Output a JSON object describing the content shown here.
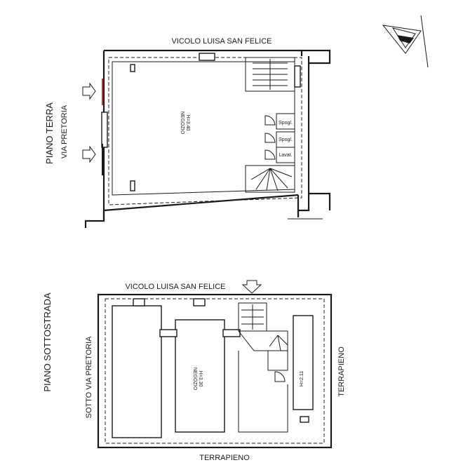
{
  "ground_floor": {
    "floor_label": "PIANO TERRA",
    "street_label": "VIA PRETORIA",
    "top_street": "VICOLO LUISA SAN FELICE",
    "shop_name": "NEGOZIO",
    "shop_height": "H=3.40",
    "room_1": "Spogl.",
    "room_2": "Spogl.",
    "room_3": "Lavat."
  },
  "basement": {
    "floor_label": "PIANO SOTTOSTRADA",
    "left_label": "SOTTO VIA PRETORIA",
    "top_street": "VICOLO LUISA SAN FELICE",
    "shop_name": "NEGOZIO",
    "shop_height": "H=3.30",
    "side_height": "H=2.11",
    "right_label": "TERRAPIENO",
    "bottom_label": "TERRAPIENO"
  }
}
